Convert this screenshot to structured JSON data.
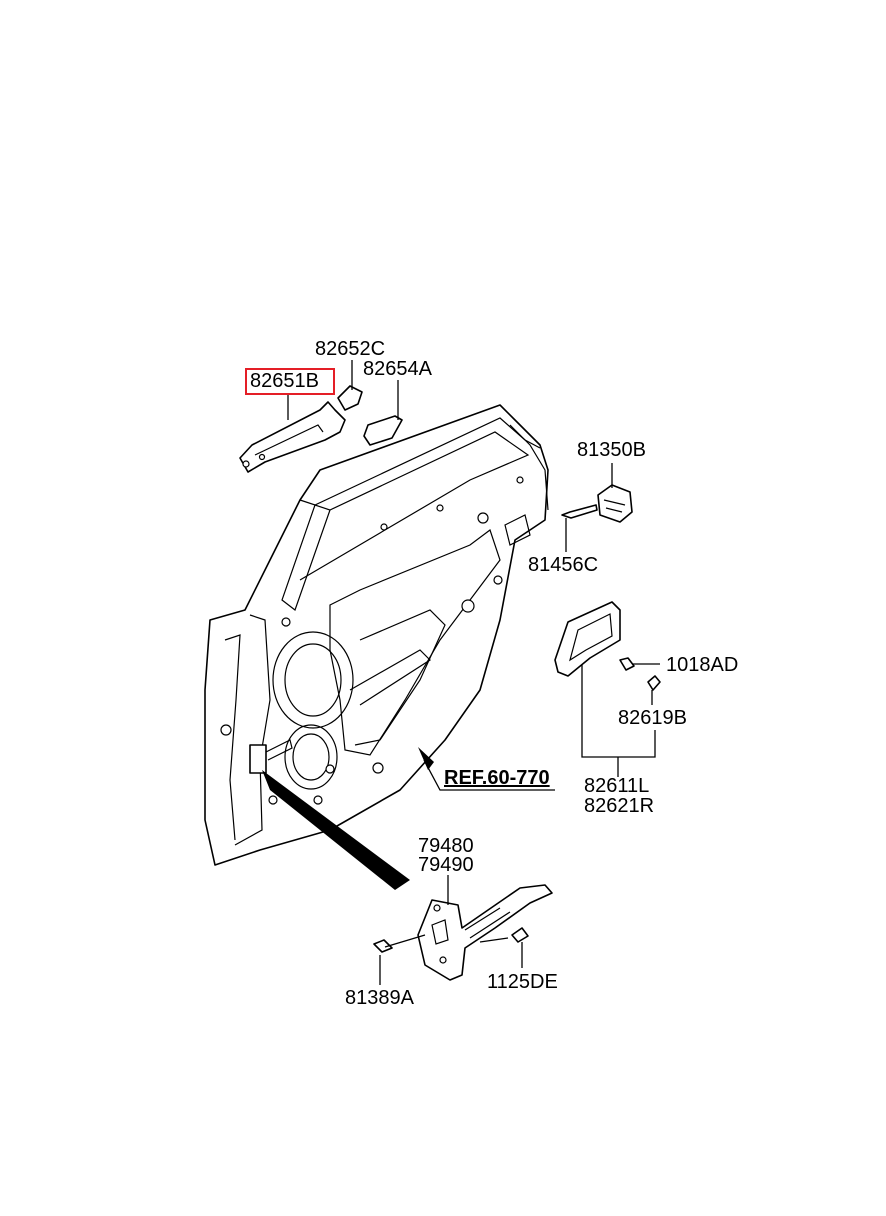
{
  "labels": {
    "p82652C": "82652C",
    "p82651B": "82651B",
    "p82654A": "82654A",
    "p81350B": "81350B",
    "p81456C": "81456C",
    "p1018AD": "1018AD",
    "p82619B": "82619B",
    "ref": "REF.60-770",
    "p82611L": "82611L",
    "p82621R": "82621R",
    "p79480": "79480",
    "p79490": "79490",
    "p1125DE": "1125DE",
    "p81389A": "81389A"
  },
  "highlight": {
    "part": "82651B",
    "color": "#e41e26"
  }
}
